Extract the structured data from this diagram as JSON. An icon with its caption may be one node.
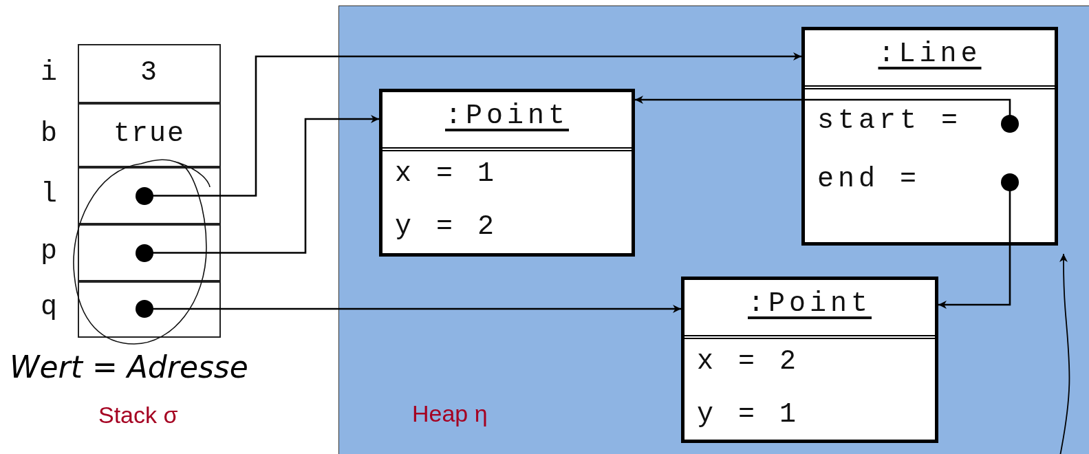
{
  "diagram": {
    "nodes": [
      {
        "text": [
          "Stack σ"
        ]
      },
      {
        "text": [
          "3"
        ],
        "beside": [
          "i"
        ],
        "in": 0
      },
      {
        "text": [
          "true"
        ],
        "beside": [
          "b"
        ],
        "in": 0
      },
      {
        "text": [],
        "shape": "box",
        "beside": [
          "l"
        ],
        "in": 0
      },
      {
        "text": [],
        "shape": "box",
        "beside": [
          "p"
        ],
        "in": 0
      },
      {
        "text": [],
        "shape": "box",
        "beside": [
          "q"
        ],
        "in": 0
      },
      {
        "text": [
          "Heap η"
        ]
      },
      {
        "text": [
          ":Point",
          "x = 1",
          "y = 2"
        ],
        "in": 6
      },
      {
        "text": [
          ":Line"
        ],
        "in": 6
      },
      {
        "text": [
          "start ="
        ],
        "in": 8
      },
      {
        "text": [
          "end ="
        ],
        "in": 8
      },
      {
        "text": [
          ":Point",
          "x = 2",
          "y = 1"
        ],
        "in": 6
      }
    ],
    "edges": [
      {
        "from": 3,
        "to": 8,
        "arrow": "to"
      },
      {
        "from": 4,
        "to": 7,
        "arrow": "to"
      },
      {
        "from": 5,
        "to": 11,
        "arrow": "to"
      },
      {
        "from": 9,
        "to": 7,
        "arrow": "to"
      },
      {
        "from": 10,
        "to": 11,
        "arrow": "to"
      },
      {
        "from": null,
        "to": 8,
        "arrow": "to"
      }
    ],
    "labels": [
      "Wert = Adresse"
    ]
  }
}
